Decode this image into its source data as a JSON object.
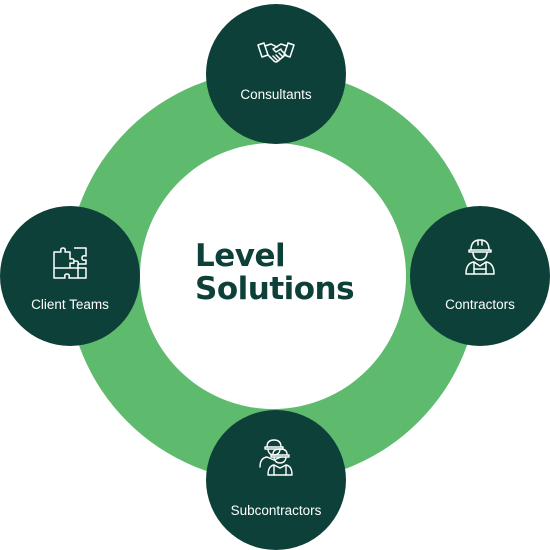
{
  "center": {
    "line1": "Level",
    "line2": "Solutions"
  },
  "nodes": {
    "top": {
      "label": "Consultants",
      "icon": "handshake-icon"
    },
    "left": {
      "label": "Client Teams",
      "icon": "puzzle-icon"
    },
    "right": {
      "label": "Contractors",
      "icon": "construction-worker-icon"
    },
    "bottom": {
      "label": "Subcontractors",
      "icon": "construction-workers-group-icon"
    }
  },
  "colors": {
    "ring": "#5eba6d",
    "node": "#0d4038",
    "title": "#0d4038",
    "label": "#ffffff"
  }
}
